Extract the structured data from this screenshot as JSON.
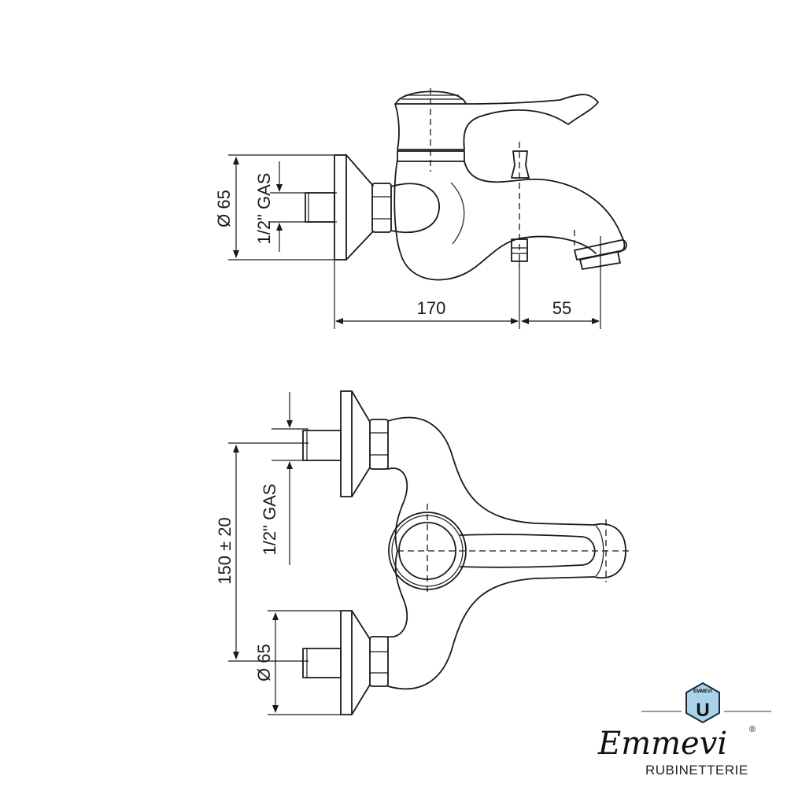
{
  "side_view": {
    "flange_diameter": "Ø 65",
    "thread": "1/2\" GAS",
    "depth_to_outlet": "170",
    "spout_offset": "55"
  },
  "front_view": {
    "center_distance": "150 ± 20",
    "thread": "1/2\" GAS",
    "flange_diameter": "Ø 65"
  },
  "logo": {
    "badge": "EMMEVI",
    "badge_letter": "U",
    "brand": "Emmevi",
    "registered": "®",
    "subtitle": "RUBINETTERIE",
    "badge_color": "#a9d3ea"
  }
}
